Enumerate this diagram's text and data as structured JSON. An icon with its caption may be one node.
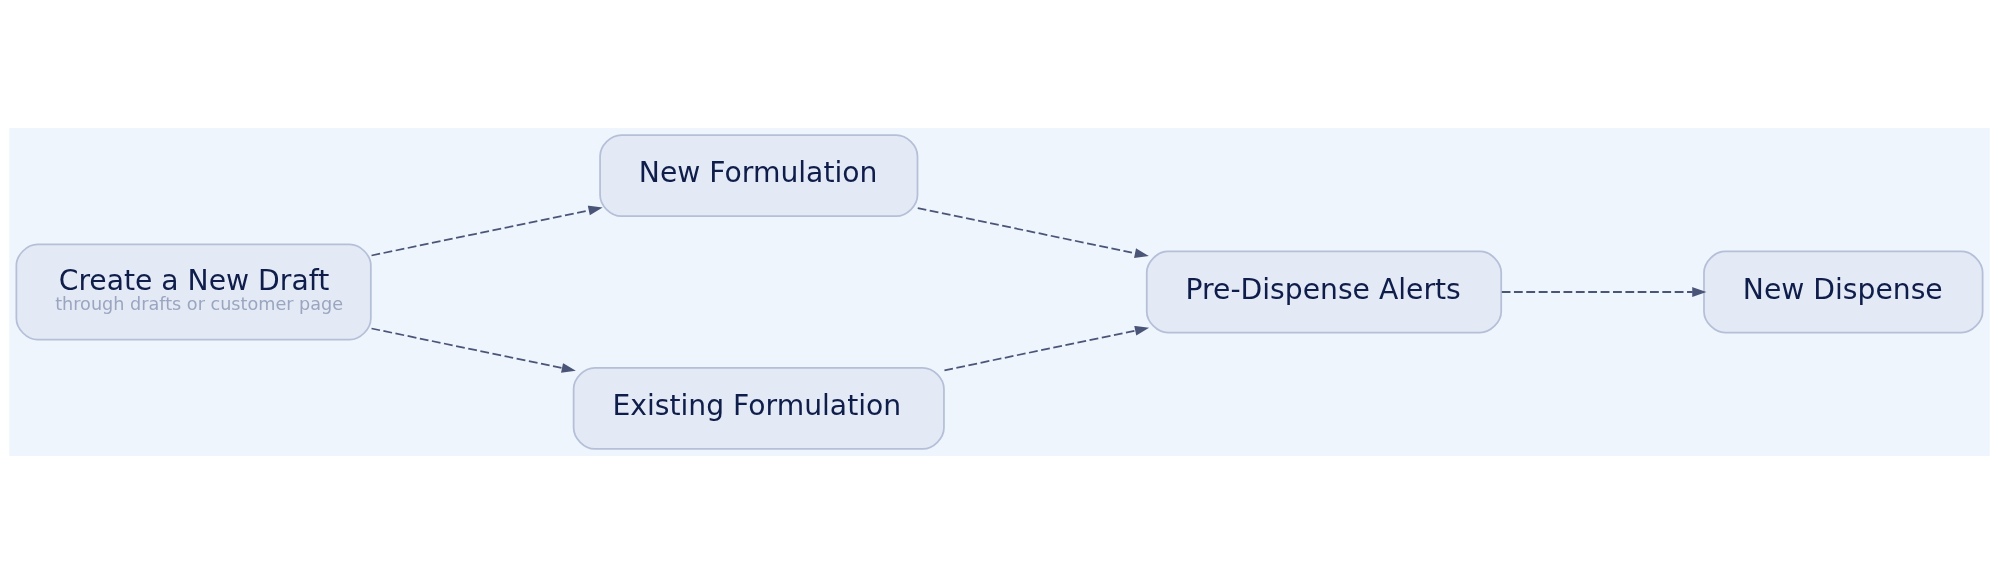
{
  "diagram": {
    "nodes": [
      {
        "text": [
          "Create a New Draft",
          "through drafts or customer page"
        ]
      },
      {
        "text": [
          "New Formulation"
        ]
      },
      {
        "text": [
          "Existing Formulation"
        ]
      },
      {
        "text": [
          "Pre-Dispense Alerts"
        ]
      },
      {
        "text": [
          "New Dispense"
        ]
      }
    ],
    "edges": [
      {
        "from": 0,
        "to": 1,
        "arrow": "to",
        "style": "dashed"
      },
      {
        "from": 0,
        "to": 2,
        "arrow": "to",
        "style": "dashed"
      },
      {
        "from": 1,
        "to": 3,
        "arrow": "to",
        "style": "dashed"
      },
      {
        "from": 2,
        "to": 3,
        "arrow": "to",
        "style": "dashed"
      },
      {
        "from": 3,
        "to": 4,
        "arrow": "to",
        "style": "dashed"
      }
    ]
  }
}
